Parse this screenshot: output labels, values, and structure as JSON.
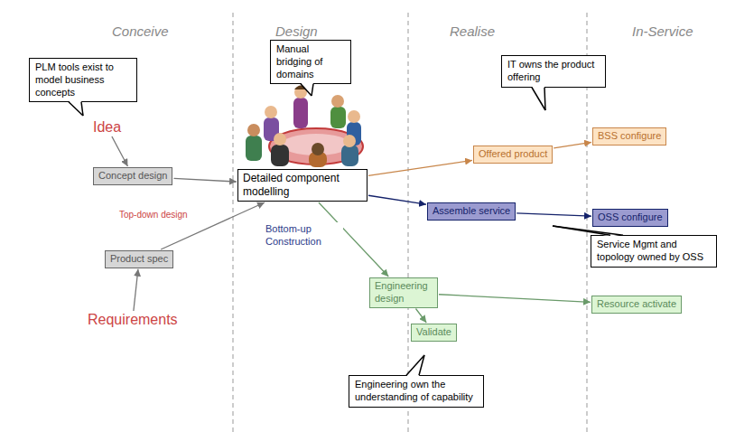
{
  "diagram": {
    "nodes": [
      {
        "text": [
          "PLM tools exist to model business concepts",
          "Top-down design"
        ]
      },
      {
        "text": [
          "Idea"
        ],
        "in": 0
      },
      {
        "text": [
          "Concept design"
        ],
        "in": 0
      },
      {
        "text": [
          "Product spec"
        ],
        "in": 0
      },
      {
        "text": [
          "Requirements"
        ],
        "in": 0
      },
      {
        "text": [
          "Manual bridging of domains"
        ]
      },
      {
        "text": [
          "Detailed component modelling"
        ]
      },
      {
        "text": [
          "IT owns the product offering"
        ]
      },
      {
        "text": [
          "Offered product"
        ],
        "in": 7
      },
      {
        "text": [
          "BSS configure"
        ],
        "in": 7
      },
      {
        "text": [
          "Service Mgmt and topology owned by OSS"
        ]
      },
      {
        "text": [
          "Assemble service"
        ],
        "in": 10
      },
      {
        "text": [
          "OSS configure"
        ],
        "in": 10
      },
      {
        "text": [
          "Engineering own the understanding of capability"
        ]
      },
      {
        "text": [
          "Engineering design"
        ],
        "in": 13
      },
      {
        "text": [
          "Validate"
        ],
        "in": 13
      },
      {
        "text": [
          "Resource activate"
        ],
        "in": 13
      }
    ],
    "edges": [
      {
        "from": 1,
        "to": 2,
        "arrow": "to"
      },
      {
        "from": 4,
        "to": 3,
        "arrow": "to"
      },
      {
        "from": 2,
        "to": 6,
        "arrow": "to"
      },
      {
        "from": 3,
        "to": 6,
        "arrow": "to"
      },
      {
        "from": 6,
        "to": 8,
        "arrow": "to"
      },
      {
        "from": 8,
        "to": 9,
        "arrow": "to"
      },
      {
        "from": 6,
        "to": 11,
        "arrow": "to"
      },
      {
        "from": 11,
        "to": 12,
        "arrow": "to"
      },
      {
        "from": 6,
        "to": 14,
        "arrow": "to"
      },
      {
        "from": 14,
        "to": 15,
        "arrow": "to"
      },
      {
        "from": 14,
        "to": 16,
        "arrow": "to"
      }
    ],
    "labels": [
      "Conceive",
      "Design",
      "Realise",
      "In-Service",
      "Bottom-up Construction"
    ]
  }
}
